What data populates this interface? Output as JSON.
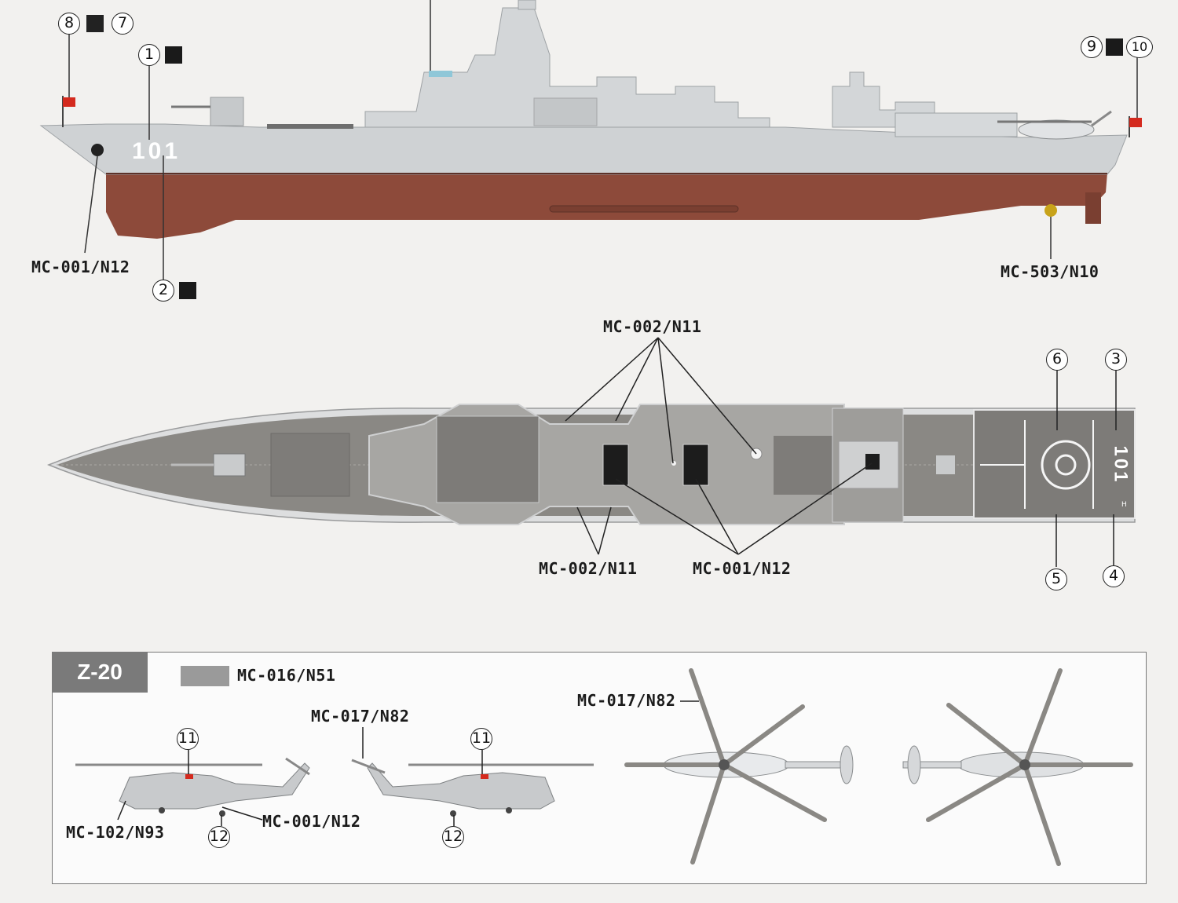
{
  "side_view": {
    "hull_number": "101",
    "labels": {
      "bow_paint": "MC-001/N12",
      "propeller_paint": "MC-503/N10"
    },
    "callouts": {
      "c1": "1",
      "c2": "2",
      "c7": "7",
      "c8": "8",
      "c9": "9",
      "c10": "10"
    }
  },
  "top_view": {
    "hull_number": "101",
    "labels": {
      "top_upper": "MC-002/N11",
      "bottom_left": "MC-002/N11",
      "bottom_right": "MC-001/N12"
    },
    "callouts": {
      "c3": "3",
      "c4": "4",
      "c5": "5",
      "c6": "6"
    },
    "deck_mark": "H"
  },
  "z20_panel": {
    "title": "Z-20",
    "main_paint": "MC-016/N51",
    "labels": {
      "tail_rotor_left": "MC-017/N82",
      "rotor_top": "MC-017/N82",
      "window": "MC-102/N93",
      "body_detail": "MC-001/N12"
    },
    "callouts": {
      "c11a": "11",
      "c12a": "12",
      "c11b": "11",
      "c12b": "12"
    }
  },
  "colors": {
    "hull_red": "#8d4a3a",
    "ship_grey": "#cfd2d4",
    "deck_grey": "#8a8884",
    "panel_grey": "#7a7a7a",
    "flag_red": "#d42a1e"
  }
}
